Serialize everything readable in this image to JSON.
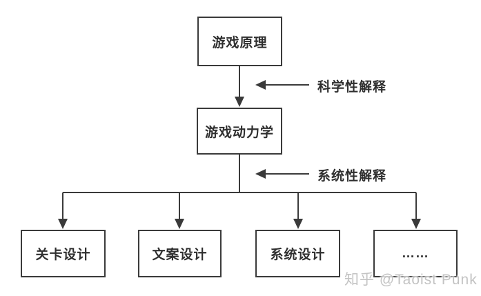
{
  "diagram": {
    "nodes": {
      "root": {
        "label": "游戏原理"
      },
      "middle": {
        "label": "游戏动力学"
      },
      "children": [
        {
          "label": "关卡设计"
        },
        {
          "label": "文案设计"
        },
        {
          "label": "系统设计"
        },
        {
          "label": "……"
        }
      ]
    },
    "annotations": [
      {
        "label": "科学性解释"
      },
      {
        "label": "系统性解释"
      }
    ]
  },
  "watermark": {
    "text": "知乎 @Taoist Punk"
  },
  "colors": {
    "line": "#3a3a3a",
    "box_border": "#3a3a3a",
    "text": "#2f2f2f",
    "watermark": "#c3c3c3",
    "background": "#ffffff"
  }
}
